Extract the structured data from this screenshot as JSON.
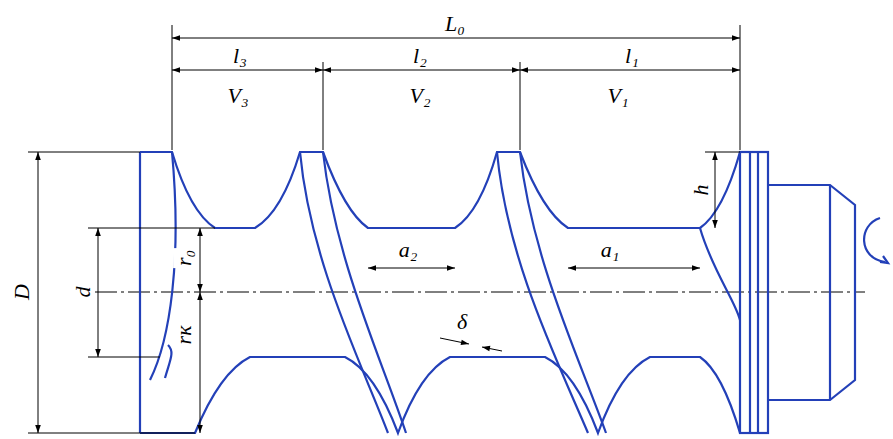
{
  "diagram": {
    "labels": [
      "L₀",
      "l₃",
      "l₂",
      "l₁",
      "V₃",
      "V₂",
      "V₁",
      "h",
      "D",
      "d",
      "r₀",
      "rк",
      "a₂",
      "a₁",
      "δ"
    ]
  }
}
